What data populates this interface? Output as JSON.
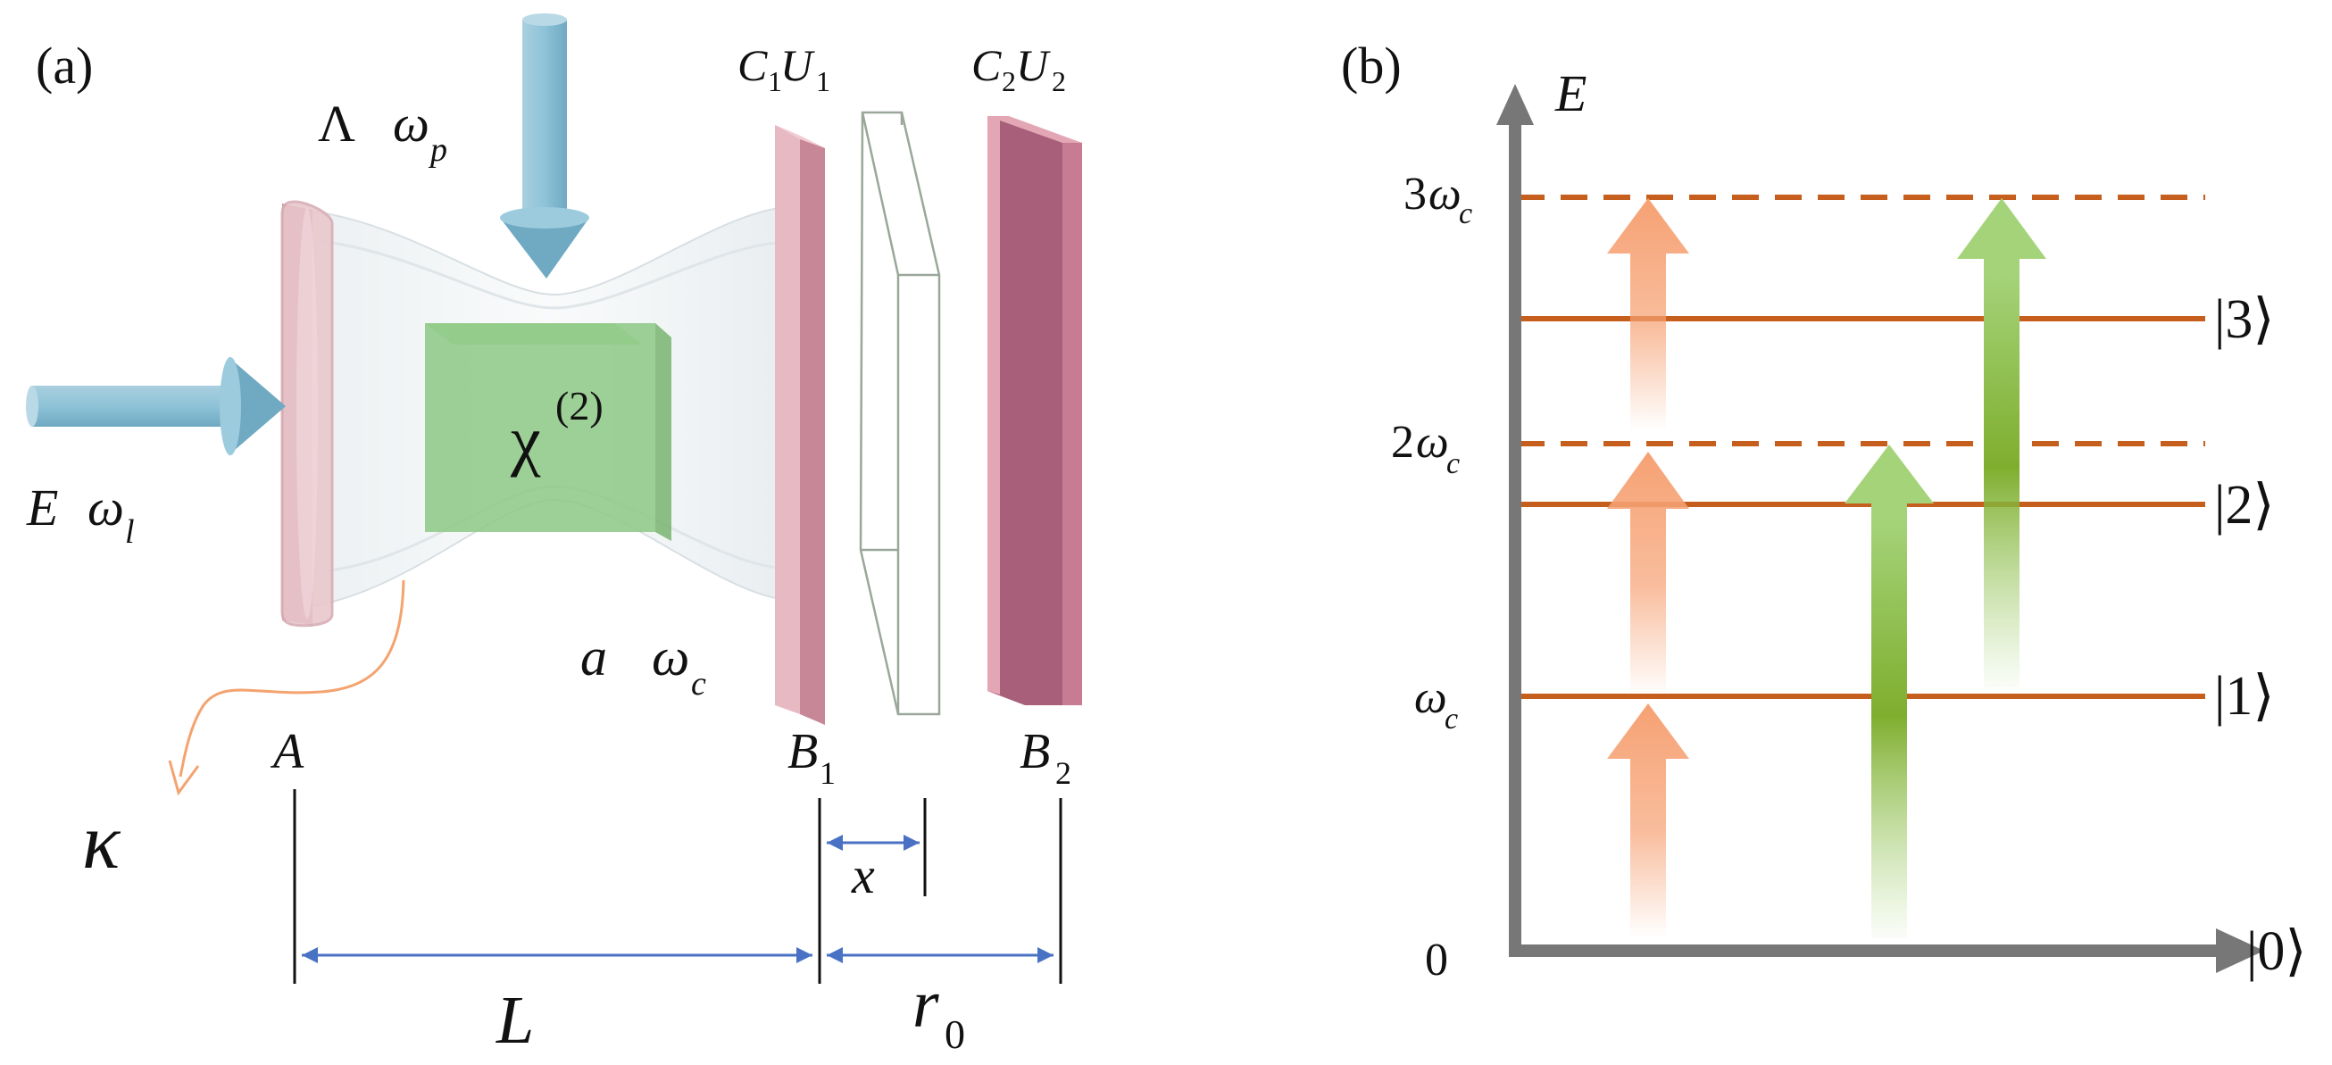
{
  "panel_a": {
    "tag": "(a)",
    "pump": {
      "symbol": "Λ",
      "freq": "ω",
      "freq_sub": "p"
    },
    "drive": {
      "symbol": "E",
      "freq": "ω",
      "freq_sub": "l"
    },
    "crystal": {
      "symbol": "χ",
      "sup": "(2)"
    },
    "cavity_mode": {
      "symbol": "a",
      "freq": "ω",
      "freq_sub": "c"
    },
    "decay": "κ",
    "mirror_A": "A",
    "mirror_B1": {
      "letter": "B",
      "sub": "1"
    },
    "mirror_B2": {
      "letter": "B",
      "sub": "2"
    },
    "plate1": {
      "c": "C",
      "c_sub": "1",
      "u": "U",
      "u_sub": "1"
    },
    "plate2": {
      "c": "C",
      "c_sub": "2",
      "u": "U",
      "u_sub": "2"
    },
    "dim_L": "L",
    "dim_x": "x",
    "dim_r0": {
      "letter": "r",
      "sub": "0"
    },
    "colors": {
      "drive_arrow": "#8ec3d8",
      "mirror": "#e3a6b4",
      "mirror_dark": "#b86a80",
      "crystal": "#8fca88",
      "dim_arrow": "#4a72c4",
      "decay_arrow": "#f4a36f"
    }
  },
  "panel_b": {
    "tag": "(b)",
    "energy_axis": "E",
    "zero_label": "0",
    "levels_dashed": [
      {
        "coef": "3",
        "freq": "ω",
        "sub": "c"
      },
      {
        "coef": "2",
        "freq": "ω",
        "sub": "c"
      }
    ],
    "level_omega": {
      "freq": "ω",
      "sub": "c"
    },
    "kets": [
      "|3⟩",
      "|2⟩",
      "|1⟩",
      "|0⟩"
    ],
    "colors": {
      "axis": "#777777",
      "level": "#c65f1e",
      "orange_arrow": "#f6a173",
      "green_arrow": "#7fb33a"
    }
  }
}
